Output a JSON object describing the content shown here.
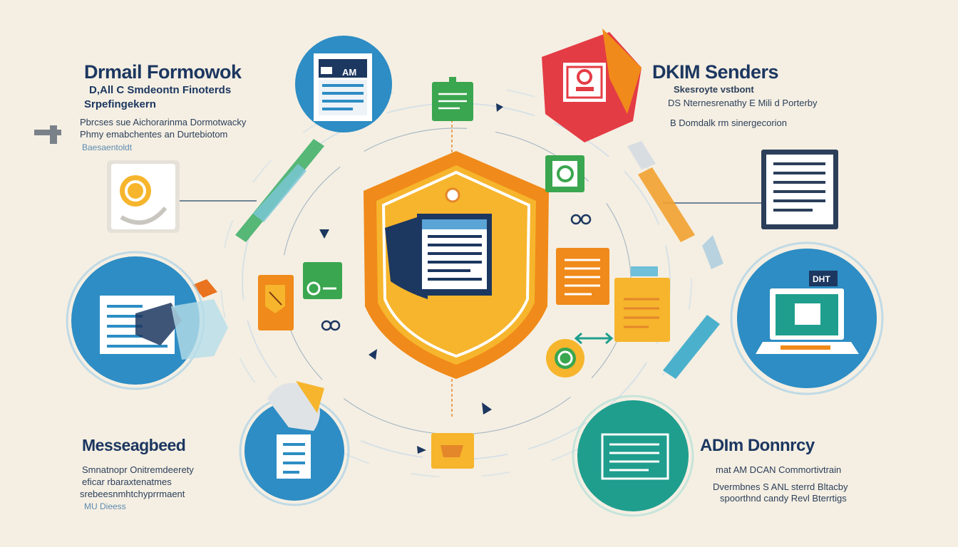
{
  "diagram": {
    "top_left": {
      "title": "Drmail Formowok",
      "line1": "D,All C Smdeontn Finoterds",
      "line2": "Srpefingekern",
      "line3": "Pbrcses sue Aichorarinma Dormotwacky",
      "line4": "Phmy emabchentes an Durtebiotom",
      "line5": "Baesaentoldt"
    },
    "top_right": {
      "title": "DKIM Senders",
      "line1": "Skesroyte vstbont",
      "line2": "DS Nternesrenathy  E Mili d Porterby",
      "line3": "B Domdalk rm sinergecorion"
    },
    "bottom_left": {
      "title": "Messeagbeed",
      "line1": "Smnatnopr Onitremdeerety",
      "line2": "eficar rbaraxtenatmes",
      "line3": "srebeesnmhtchyprrmaent",
      "line4": "MU Dieess"
    },
    "bottom_right": {
      "title": "ADIm Donnrcy",
      "line1": "mat AM DCAN  Commortivtrain",
      "line2": "Dvermbnes S ANL sterrd Bltacby",
      "line3": "spoorthnd candy Revl Bterrtigs"
    },
    "badge_text": "AM",
    "screen_text": "DHT",
    "colors": {
      "background": "#f5efe3",
      "navy": "#1c3760",
      "blue": "#2d8dc4",
      "teal": "#1f9e8e",
      "green": "#3aa64f",
      "orange": "#f08a1a",
      "yellow": "#f6b52c",
      "red": "#e43c45"
    }
  }
}
